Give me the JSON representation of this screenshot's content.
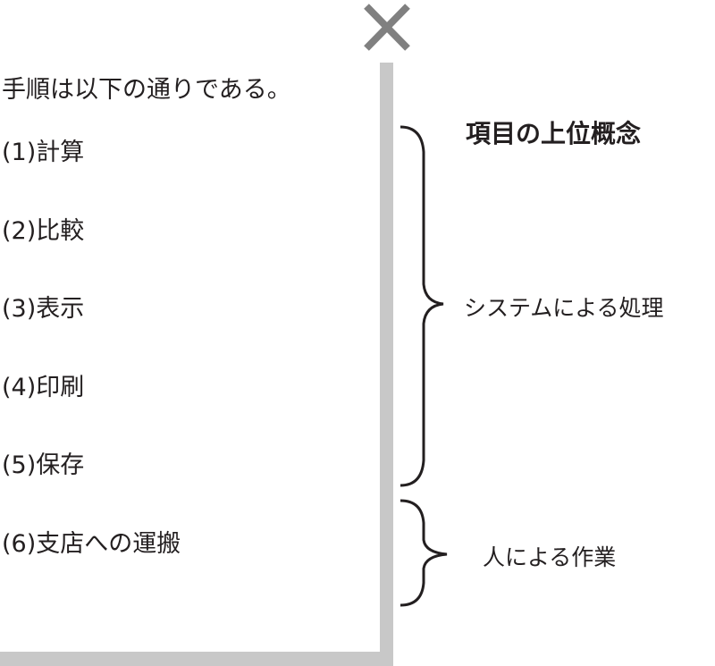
{
  "intro": "手順は以下の通りである。",
  "steps": [
    {
      "num": "(1)",
      "label": "計算"
    },
    {
      "num": "(2)",
      "label": "比較"
    },
    {
      "num": "(3)",
      "label": "表示"
    },
    {
      "num": "(4)",
      "label": "印刷"
    },
    {
      "num": "(5)",
      "label": "保存"
    },
    {
      "num": "(6)",
      "label": "支店への運搬"
    }
  ],
  "heading": "項目の上位概念",
  "groups": [
    {
      "label": "システムによる処理",
      "covers_steps": [
        1,
        2,
        3,
        4,
        5
      ]
    },
    {
      "label": "人による作業",
      "covers_steps": [
        6
      ]
    }
  ],
  "marks": {
    "cross": "×",
    "cross_color": "#808080",
    "frame_color": "#c8c8c8"
  }
}
